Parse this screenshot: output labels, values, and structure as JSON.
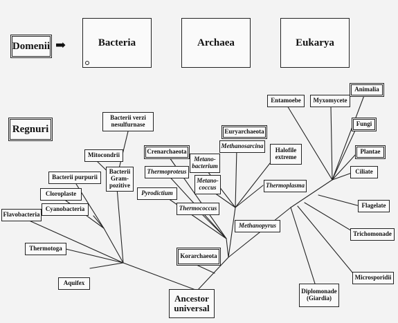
{
  "domains_label": "Domenii",
  "domains": [
    "Bacteria",
    "Archaea",
    "Eukarya"
  ],
  "kingdoms_label": "Regnuri",
  "nodes": {
    "bacterii_verzi": "Bacterii verzi\nnesulfurnase",
    "mitocondrii": "Mitocondrii",
    "bacterii_grampozitive": "Bacterii\nGram-\npozitive",
    "bacterii_purpurii": "Bacterii purpurii",
    "cloroplaste": "Cloroplaste",
    "cyanobacteria": "Cyanobacteria",
    "flavobacteria": "Flavobacteria",
    "thermotoga": "Thermotoga",
    "aquifex": "Aquifex",
    "crenarchaeota": "Crenarchaeota",
    "thermoproteus": "Thermoproteus",
    "pyrodictium": "Pyrodictium",
    "thermococcus": "Thermococcus",
    "euryarchaeota": "Euryarchaeota",
    "methanosarcina": "Methanosarcina",
    "methanobacterium": "Metano-\nbacterium",
    "methanococcus": "Metano-\ncoccus",
    "halofile": "Halofile\nextreme",
    "thermoplasma": "Thermoplasma",
    "methanopyrus": "Methanopyrus",
    "korarchaeota": "Korarchaeota",
    "ancestor": "Ancestor\nuniversal",
    "entamoebe": "Entamoebe",
    "myxomycete": "Myxomycete",
    "animalia": "Animalia",
    "fungi": "Fungi",
    "plantae": "Plantae",
    "ciliate": "Ciliate",
    "flagelate": "Flagelate",
    "trichomonade": "Trichomonade",
    "microsporidii": "Microsporidii",
    "diplomonade": "Diplomonade\n(Giardia)"
  }
}
